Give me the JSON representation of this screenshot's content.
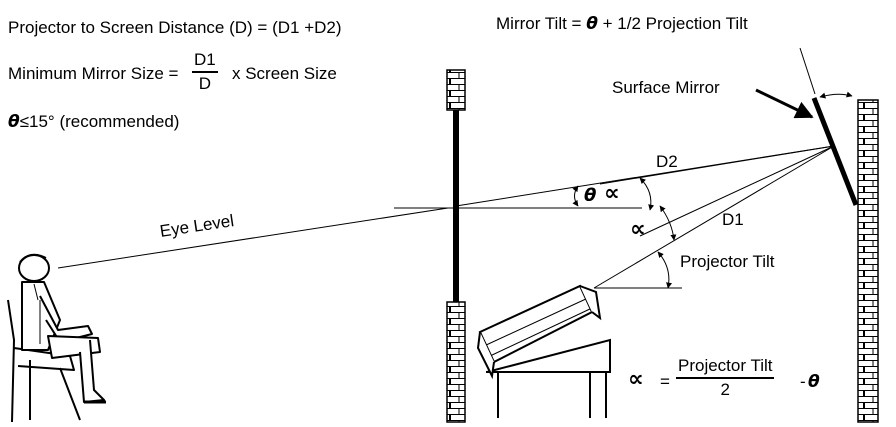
{
  "formulas": {
    "distance": "Projector to Screen Distance (D) = (D1 +D2)",
    "mirror_size_prefix": "Minimum Mirror Size =",
    "mirror_size_num": "D1",
    "mirror_size_den": "D",
    "mirror_size_suffix": "x Screen Size",
    "theta_symbol": "θ",
    "theta_rule": "≤15° (recommended)",
    "mirror_tilt_prefix": "Mirror Tilt =",
    "mirror_tilt_suffix": "+ 1/2 Projection Tilt",
    "alpha_symbol": "∝",
    "alpha_eq": "=",
    "alpha_num": "Projector Tilt",
    "alpha_den": "2",
    "alpha_minus": "-"
  },
  "labels": {
    "surface_mirror": "Surface Mirror",
    "d2": "D2",
    "d1": "D1",
    "eye_level": "Eye Level",
    "projector_tilt": "Projector Tilt"
  }
}
